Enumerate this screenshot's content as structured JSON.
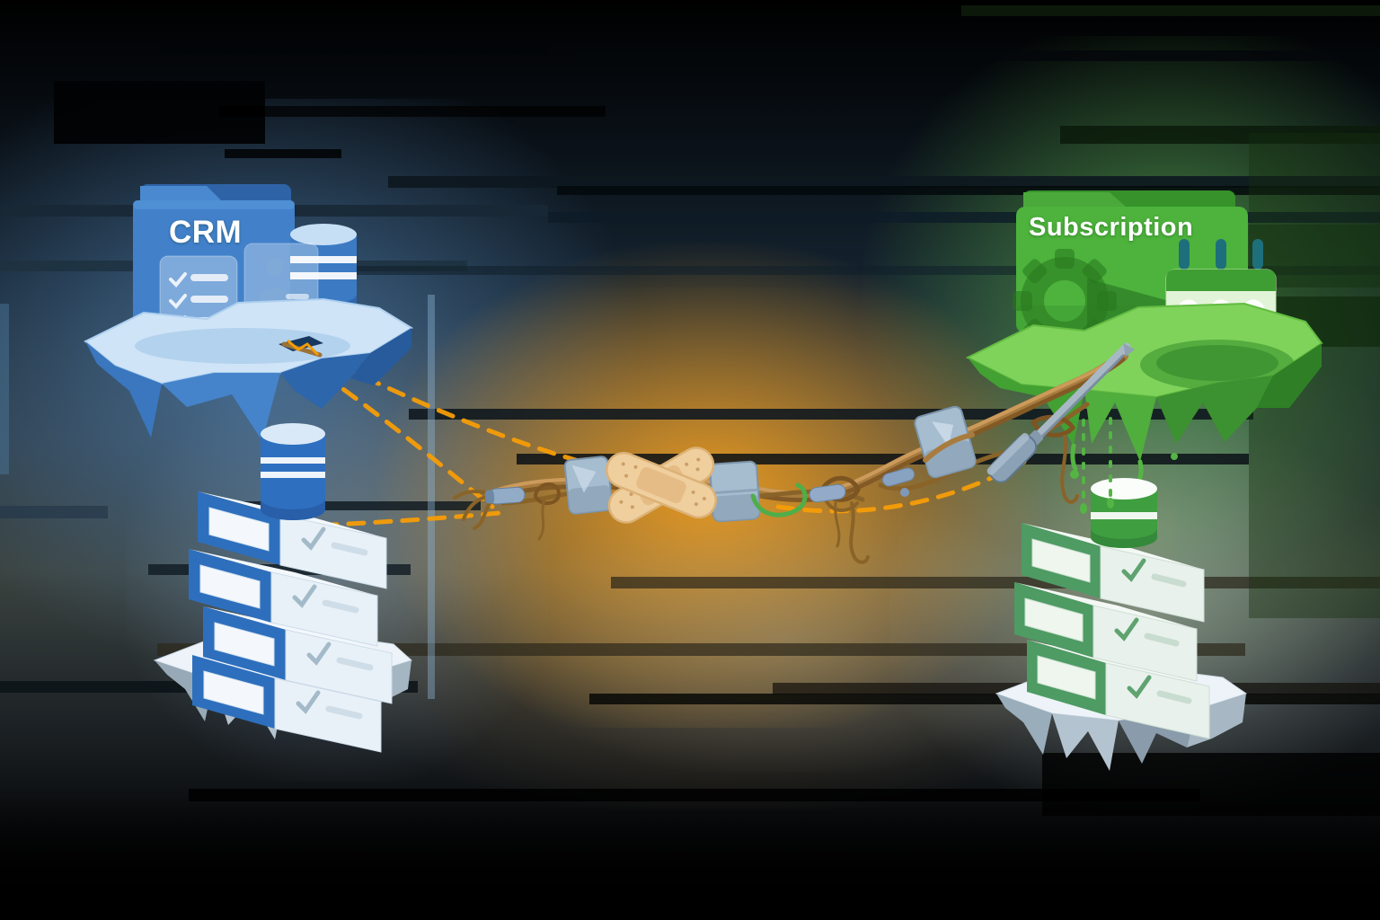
{
  "left_island": {
    "label": "CRM",
    "accent_color": "#3f7dc4",
    "icons": [
      "folder-icon",
      "checklist-icon",
      "contact-card-icon",
      "database-icon"
    ]
  },
  "right_island": {
    "label": "Subscription",
    "accent_color": "#4db33c",
    "icons": [
      "folder-icon",
      "gear-icon",
      "calendar-icon"
    ]
  },
  "left_stack": {
    "record_boxes": 4,
    "database_color": "#2e6fc0"
  },
  "right_stack": {
    "record_boxes": 3,
    "database_color": "#3f9e3f"
  },
  "connection": {
    "elements": [
      "frayed-rope",
      "bandage-icon",
      "duct-tape-icon",
      "knot-icon",
      "screwdriver-icon",
      "plug-icon"
    ],
    "dash_color": "#f69d08",
    "rope_color": "#a87c3e"
  }
}
